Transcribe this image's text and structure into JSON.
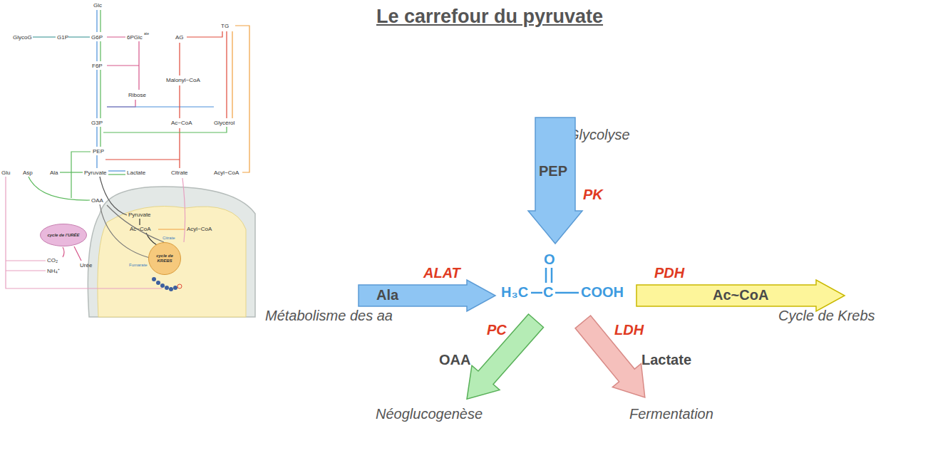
{
  "diagram": {
    "title": "Le carrefour du pyruvate",
    "nodes": [
      {
        "text": [
          "cycle de l'URÉE"
        ]
      },
      {
        "text": [
          "cycle de KREBS"
        ]
      },
      {
        "text": [
          "PEP"
        ]
      },
      {
        "text": [
          "Ala"
        ]
      },
      {
        "text": [
          "Ac~CoA"
        ]
      },
      {
        "text": [
          "OAA"
        ]
      },
      {
        "text": [
          "Lactate"
        ]
      }
    ],
    "labels": [
      "Glycolyse",
      "PK",
      "O",
      "H₃C",
      "C",
      "COOH",
      "ALAT",
      "Métabolisme des aa",
      "PDH",
      "Cycle de Krebs",
      "PC",
      "LDH",
      "Néoglucogenèse",
      "Fermentation",
      "Glc",
      "GlycoG",
      "G1P",
      "G6P",
      "6PGlc",
      "ate",
      "AG",
      "TG",
      "F6P",
      "Malonyl~CoA",
      "Ribose",
      "G3P",
      "Ac~CoA",
      "Glycérol",
      "PEP",
      "Glu",
      "Asp",
      "Ala",
      "Pyruvate",
      "Lactate",
      "Citrate",
      "Acyl~CoA",
      "OAA",
      "Pyruvate",
      "Ac~CoA",
      "Acyl~CoA",
      "CO₂",
      "NH₄⁺",
      "Urée",
      "Citrate",
      "Fumarate"
    ]
  }
}
